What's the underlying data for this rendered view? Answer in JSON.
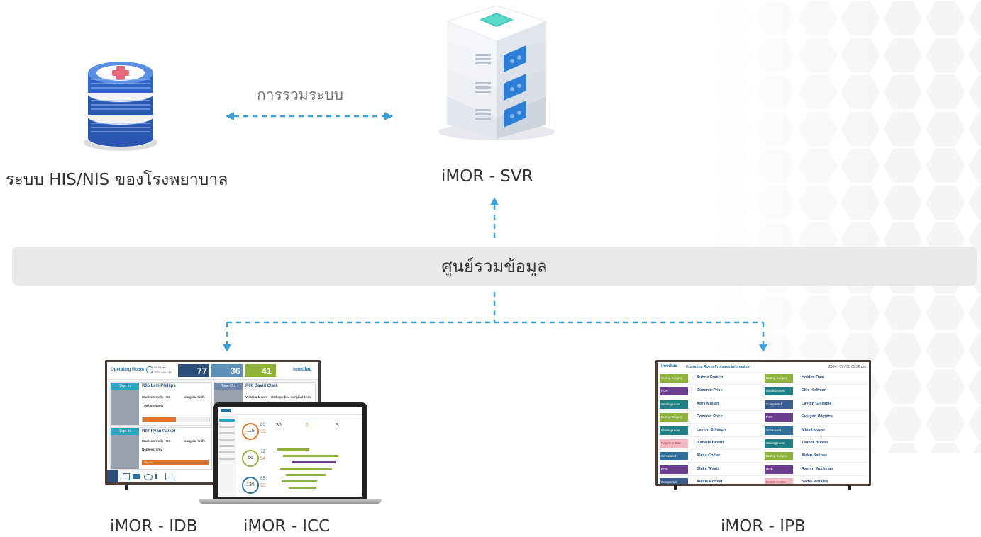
{
  "diagram": {
    "hospital_label": "ระบบ HIS/NIS ของโรงพยาบาล",
    "integration_label": "การรวมระบบ",
    "server_label": "iMOR - SVR",
    "hub_label": "ศูนย์รวมข้อมูล",
    "idb_label": "iMOR - IDB",
    "icc_label": "iMOR - ICC",
    "ipb_label": "iMOR - IPB"
  },
  "idb_screen": {
    "title": "Operating Room",
    "time": "02:30 pm",
    "date": "2024 / 09 / 30",
    "count1": "77",
    "count2": "36",
    "count3": "41",
    "logo": "imedtac",
    "card1_status": "Sign In",
    "card1_room": "R05  Levi Phillips",
    "card1_name": "Madison Kelly",
    "card1_dept": "GS",
    "card1_type": "surgical knife",
    "card1_proc": "Tracheostomy",
    "card2_status": "Time Out",
    "card2_room": "R06  David Clark",
    "card2_name": "Victoria Moore",
    "card2_dept": "Orthopedics",
    "card2_type": "surgical knife",
    "card3_status": "Sign In",
    "card3_room": "R07  Ryan Parker",
    "card3_name": "Madison Kelly",
    "card3_dept": "GS",
    "card3_type": "surgical knife",
    "card3_proc": "Nephrectomy",
    "bar_label": "Sign In"
  },
  "icc_screen": {
    "n1": "115",
    "n2": "66",
    "n3": "135",
    "s1": "80",
    "s2": "72",
    "s3": "85",
    "t1": "35",
    "t2": "54",
    "t3": "50",
    "k1": "36",
    "k2": "5",
    "k3": "3"
  },
  "ipb_screen": {
    "logo": "imedtac",
    "title": "Operating Room Progress Information",
    "datetime": "2024 / 09 / 30  03:30 pm",
    "rows_left": [
      {
        "status": "During Surgery",
        "name": "Aubrie Franco",
        "color": "#8db33a"
      },
      {
        "status": "POR",
        "name": "Dominic Price",
        "color": "#6a3d8e"
      },
      {
        "status": "Waiting room",
        "name": "April Mullen",
        "color": "#1f7f84"
      },
      {
        "status": "During Surgery",
        "name": "Dominic Price",
        "color": "#8db33a"
      },
      {
        "status": "Waiting room",
        "name": "Layton Gillespie",
        "color": "#1f7f84"
      },
      {
        "status": "Return to ICU",
        "name": "Isabelle Hewitt",
        "color": "#f1b7c2"
      },
      {
        "status": "Scheduled",
        "name": "Alexa Collier",
        "color": "#2e6f9c"
      },
      {
        "status": "POR",
        "name": "Blake Wyatt",
        "color": "#6a3d8e"
      },
      {
        "status": "Completed",
        "name": "Alexis Roman",
        "color": "#3a5d8f"
      }
    ],
    "rows_right": [
      {
        "status": "During Surgery",
        "name": "Holden Dale",
        "color": "#8db33a"
      },
      {
        "status": "Waiting room",
        "name": "Ellie Hoffman",
        "color": "#1f7f84"
      },
      {
        "status": "Completed",
        "name": "Layton Gillespie",
        "color": "#3a5d8f"
      },
      {
        "status": "POR",
        "name": "Evelynn Wiggins",
        "color": "#6a3d8e"
      },
      {
        "status": "Scheduled",
        "name": "Mina Hopper",
        "color": "#2e6f9c"
      },
      {
        "status": "Waiting room",
        "name": "Tanner Brewer",
        "color": "#1f7f84"
      },
      {
        "status": "During Surgery",
        "name": "Aiden Salinas",
        "color": "#8db33a"
      },
      {
        "status": "POR",
        "name": "Raelyn Workman",
        "color": "#6a3d8e"
      },
      {
        "status": "Return to ICU",
        "name": "Nadia Morales",
        "color": "#f1b7c2"
      }
    ]
  },
  "colors": {
    "arrow": "#3aa0d8",
    "hub_bg": "#e8e8e9",
    "server_blue": "#2d7fd6",
    "db_blue": "#2f64c9",
    "cross_red": "#e56b7b"
  }
}
